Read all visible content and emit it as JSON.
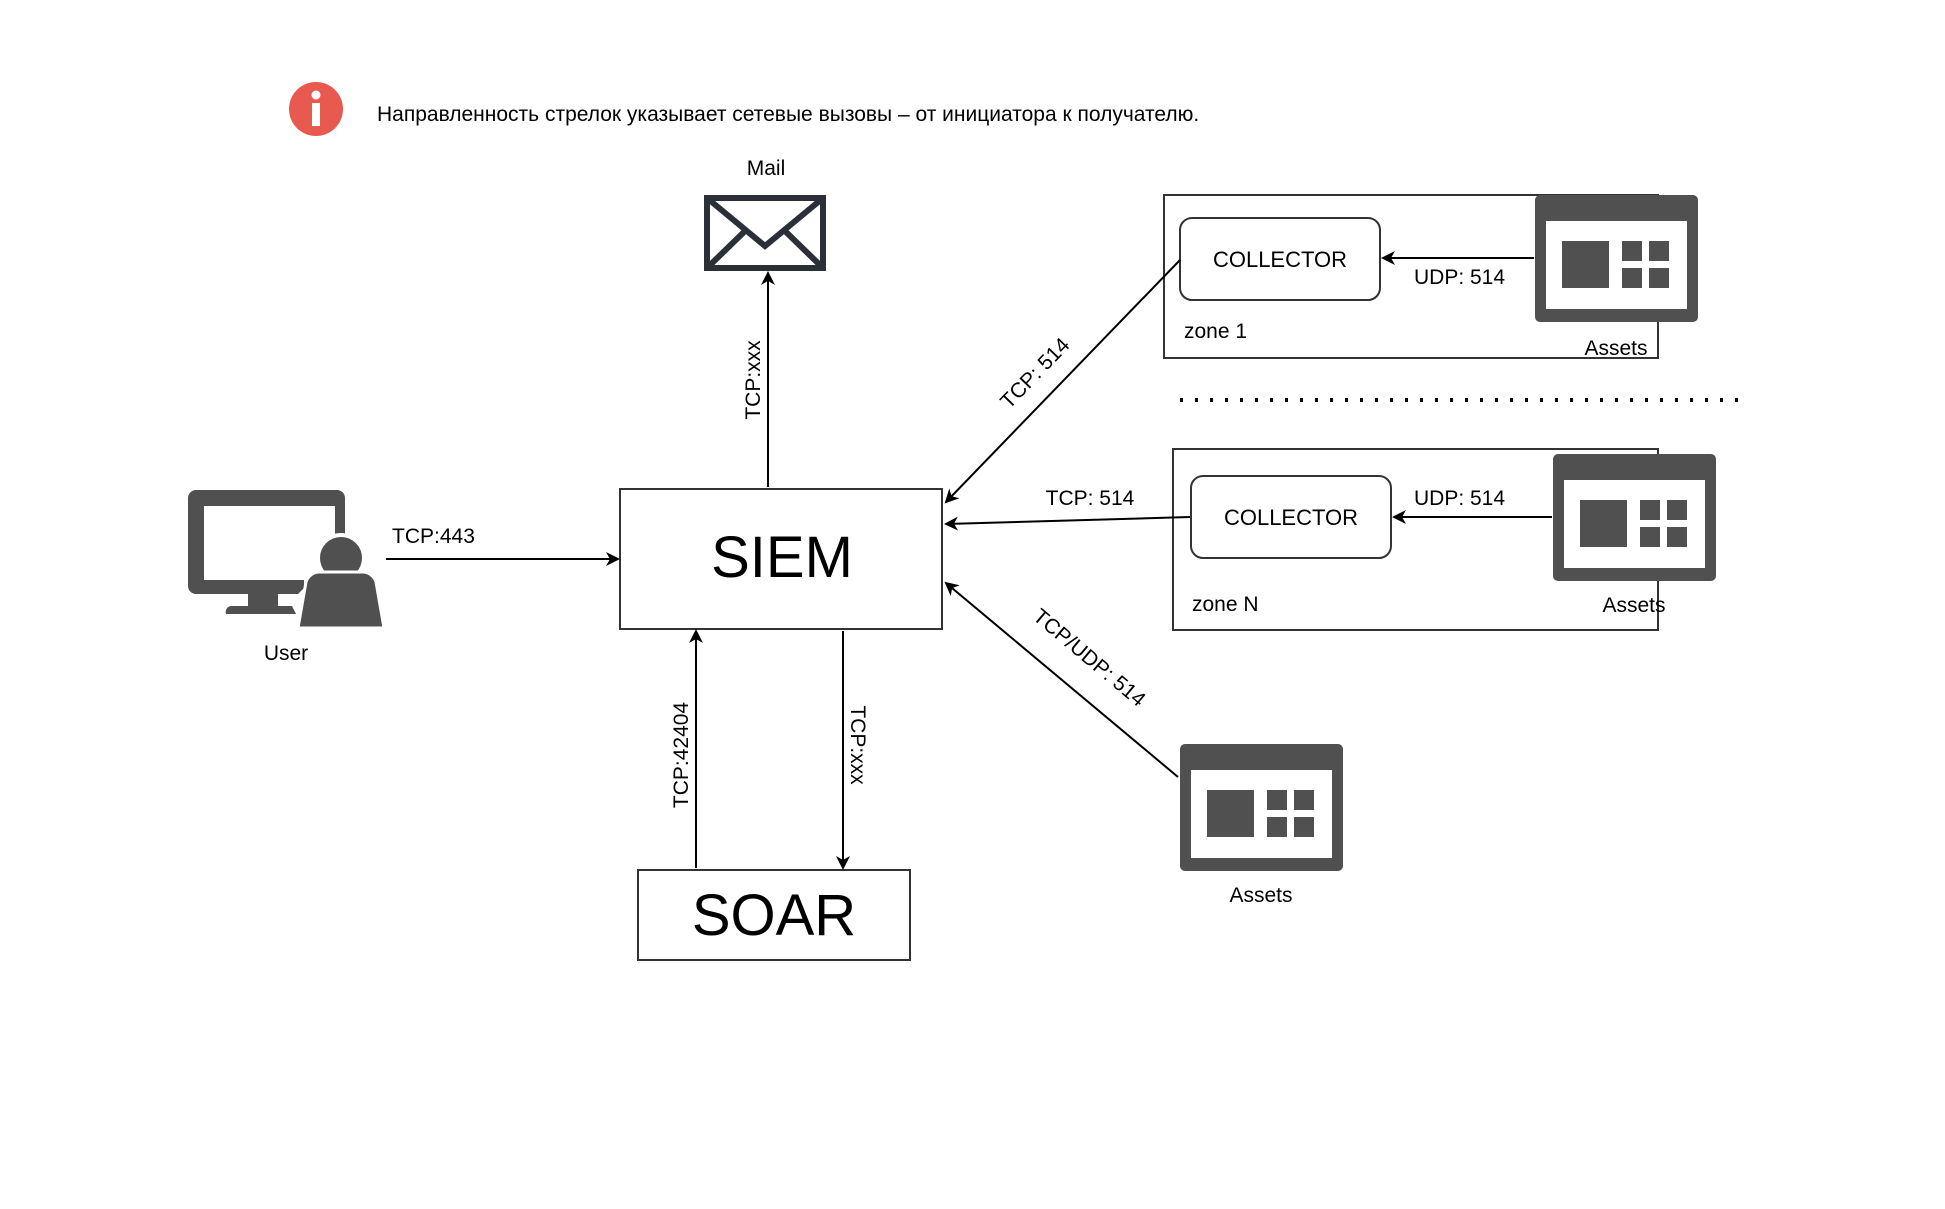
{
  "note": {
    "icon": "info-icon",
    "icon_color": "#e8594f",
    "text": "Направленность стрелок указывает сетевые вызовы – от инициатора к получателю."
  },
  "nodes": {
    "siem": {
      "label": "SIEM"
    },
    "soar": {
      "label": "SOAR"
    },
    "mail": {
      "label": "Mail",
      "icon": "envelope-icon"
    },
    "user": {
      "label": "User",
      "icon": "user-workstation-icon"
    },
    "zone1": {
      "label": "zone 1",
      "collector": "COLLECTOR",
      "assets": {
        "label": "Assets",
        "icon": "assets-icon"
      }
    },
    "zoneN": {
      "label": "zone N",
      "collector": "COLLECTOR",
      "assets": {
        "label": "Assets",
        "icon": "assets-icon"
      }
    },
    "assets_direct": {
      "label": "Assets",
      "icon": "assets-icon"
    },
    "separator": "dotted-separator"
  },
  "edges": {
    "user_siem": "TCP:443",
    "siem_mail": "TCP:xxx",
    "soar_siem": "TCP:42404",
    "siem_soar": "TCP:xxx",
    "collector1_siem": "TCP: 514",
    "collectorN_siem": "TCP: 514",
    "assets_siem": "TCP/UDP: 514",
    "assets1_collector1": "UDP: 514",
    "assetsN_collectorN": "UDP: 514"
  },
  "colors": {
    "info": "#e8594f",
    "icon": "#505050",
    "envelope": "#2b3038"
  }
}
